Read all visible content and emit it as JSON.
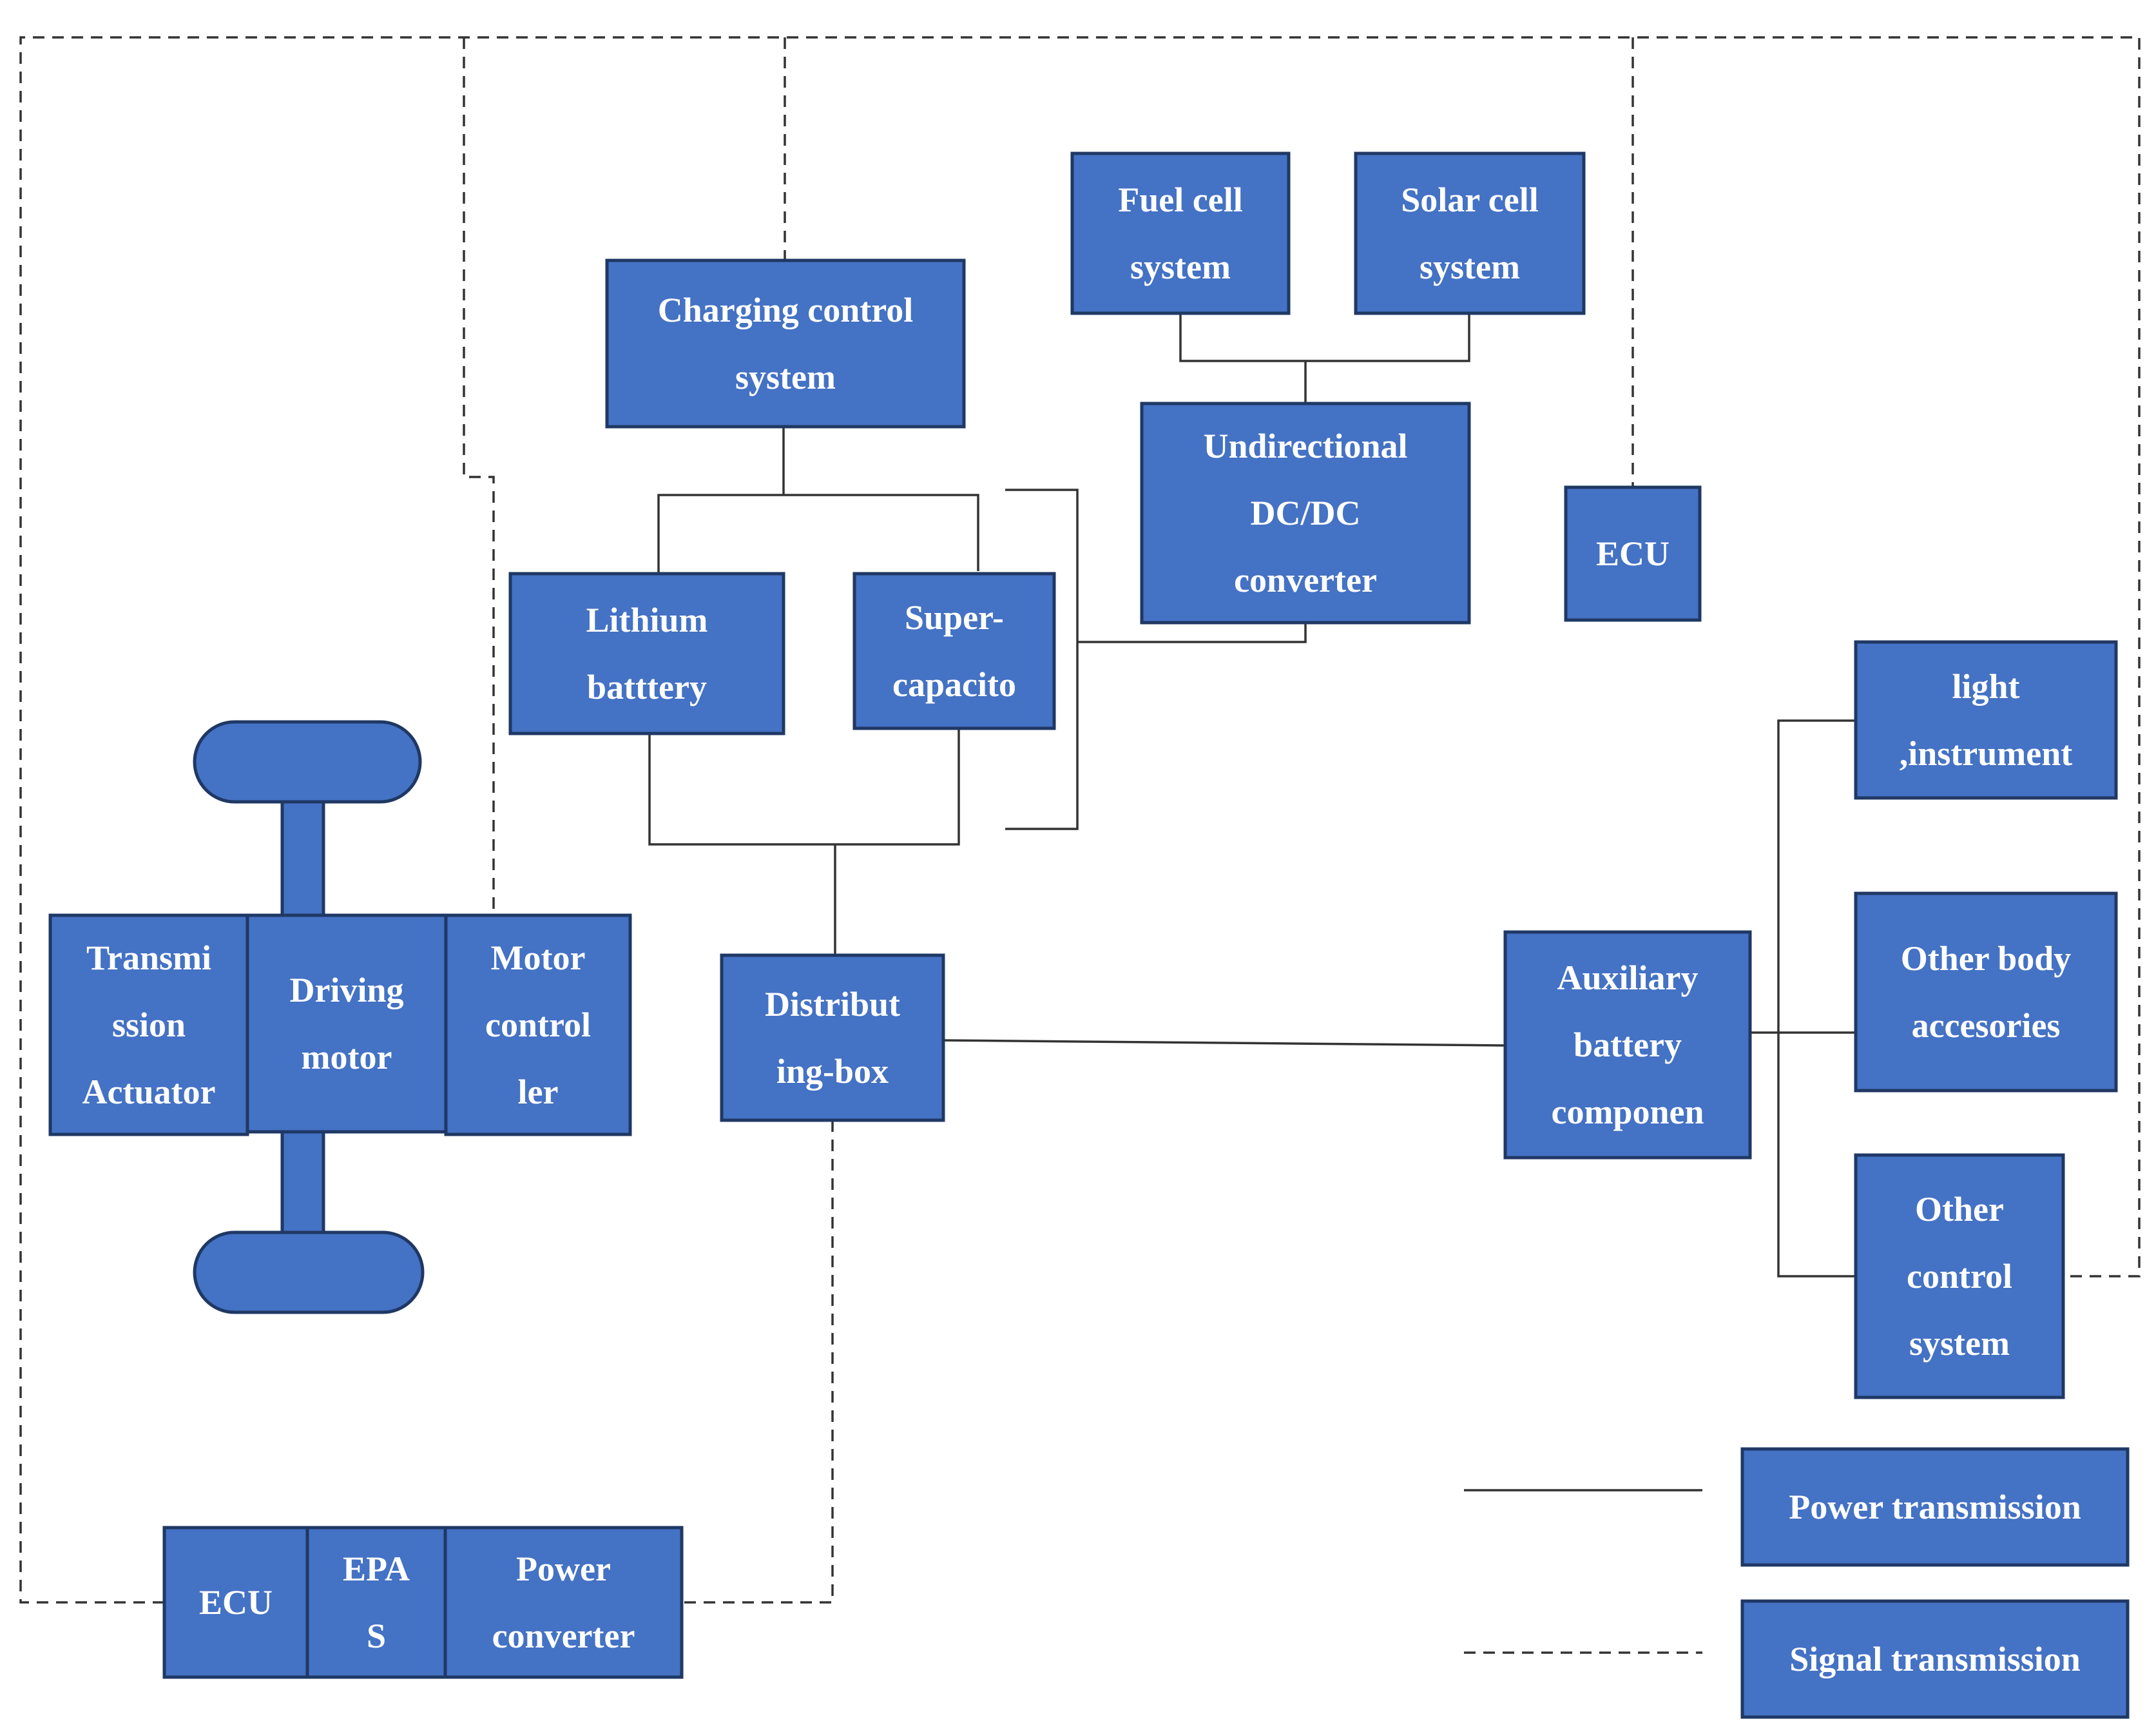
{
  "boxes": {
    "charging_control": [
      "Charging control",
      "system"
    ],
    "fuel_cell": [
      "Fuel cell",
      "system"
    ],
    "solar_cell": [
      "Solar cell",
      "system"
    ],
    "dcdc": [
      "Undirectional",
      "DC/DC",
      "converter"
    ],
    "ecu_top": [
      "ECU"
    ],
    "lithium": [
      "Lithium",
      "batttery"
    ],
    "supercap": [
      "Super-",
      "capacito"
    ],
    "light": [
      "light",
      ",instrument"
    ],
    "transmission": [
      "Transmi",
      "ssion",
      "Actuator"
    ],
    "driving_motor": [
      "Driving",
      "motor"
    ],
    "motor_controller": [
      "Motor",
      "control",
      "ler"
    ],
    "distributing_box": [
      "Distribut",
      "ing-box"
    ],
    "auxiliary_battery": [
      "Auxiliary",
      "battery",
      "componen"
    ],
    "other_body": [
      "Other body",
      "accesories"
    ],
    "other_control": [
      "Other",
      "control",
      "system"
    ],
    "ecu_bottom": [
      "ECU"
    ],
    "epas": [
      "EPA",
      "S"
    ],
    "power_converter": [
      "Power",
      "converter"
    ]
  },
  "legend": {
    "power": "Power transmission",
    "signal": "Signal transmission"
  },
  "colors": {
    "box_fill": "#4472C4",
    "box_border": "#1F3864",
    "box_text": "#FFFFFF",
    "line": "#333333"
  }
}
